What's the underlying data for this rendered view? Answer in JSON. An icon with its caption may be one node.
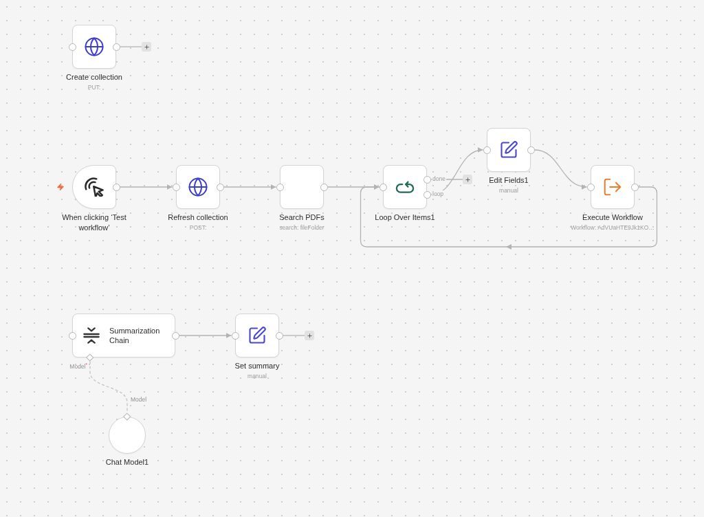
{
  "diagram": {
    "nodes": [
      {
        "text": [
          "Create collection",
          "PUT:"
        ]
      },
      {
        "text": [
          "When clicking ‘Test workflow’"
        ]
      },
      {
        "text": [
          "Refresh collection",
          "POST:"
        ]
      },
      {
        "text": [
          "Search PDFs",
          "search: fileFolder"
        ]
      },
      {
        "text": [
          "Loop Over Items1"
        ]
      },
      {
        "text": [
          "Edit Fields1",
          "manual"
        ]
      },
      {
        "text": [
          "Execute Workflow",
          "Workflow: AdVUaHTE9Jk1KO…"
        ]
      },
      {
        "text": [
          "Summarization Chain"
        ],
        "beside": [
          "Model$^{*}$"
        ]
      },
      {
        "text": [
          "Set summary",
          "manual"
        ]
      },
      {
        "text": [
          "Chat Model1"
        ],
        "beside": [
          "Model"
        ]
      },
      {
        "text": [],
        "shape": "box"
      },
      {
        "text": [],
        "shape": "box"
      },
      {
        "text": [],
        "shape": "box"
      }
    ],
    "edges": [
      {
        "from": 0,
        "to": 10,
        "arrow": "none"
      },
      {
        "from": 1,
        "to": 2,
        "arrow": "to"
      },
      {
        "from": 2,
        "to": 3,
        "arrow": "to"
      },
      {
        "from": 3,
        "to": 4,
        "arrow": "to"
      },
      {
        "from": 4,
        "to": 11,
        "arrow": "none",
        "label": "done"
      },
      {
        "from": 4,
        "to": 5,
        "arrow": "to",
        "label": "loop"
      },
      {
        "from": 5,
        "to": 6,
        "arrow": "to"
      },
      {
        "from": 6,
        "to": 4,
        "arrow": "to"
      },
      {
        "from": 7,
        "to": 8,
        "arrow": "to"
      },
      {
        "from": 8,
        "to": 12,
        "arrow": "none"
      },
      {
        "from": 7,
        "to": 9,
        "arrow": "none",
        "style": "dashed"
      }
    ]
  }
}
